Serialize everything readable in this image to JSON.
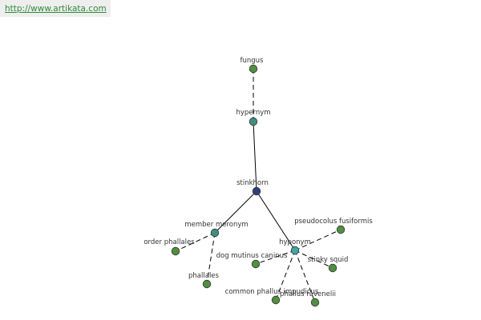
{
  "header": {
    "url": "http://www.artikata.com"
  },
  "diagram": {
    "colors": {
      "center": "#2f3f7f",
      "relation": "#3f8f7f",
      "relation_light": "#3fa8a0",
      "leaf": "#4f8f3f",
      "edge": "#000000",
      "text": "#333333"
    },
    "nodes": [
      {
        "id": "fungus",
        "label": "fungus",
        "kind": "leaf"
      },
      {
        "id": "hypernym",
        "label": "hypernym",
        "kind": "relation"
      },
      {
        "id": "stinkhorn",
        "label": "stinkhorn",
        "kind": "center"
      },
      {
        "id": "member_meronym",
        "label": "member meronym",
        "kind": "relation"
      },
      {
        "id": "order_phallales",
        "label": "order phallales",
        "kind": "leaf"
      },
      {
        "id": "phallales",
        "label": "phallales",
        "kind": "leaf"
      },
      {
        "id": "hyponym",
        "label": "hyponym",
        "kind": "relation_light"
      },
      {
        "id": "pseudocolus_fusiformis",
        "label": "pseudocolus fusiformis",
        "kind": "leaf"
      },
      {
        "id": "dog_mutinus_caninus",
        "label": "dog mutinus caninus",
        "kind": "leaf"
      },
      {
        "id": "stinky_squid",
        "label": "stinky squid",
        "kind": "leaf"
      },
      {
        "id": "common_phallus_impudicus",
        "label": "common phallus impudicus",
        "kind": "leaf"
      },
      {
        "id": "phallus_ravenelii",
        "label": "phallus ravenelii",
        "kind": "leaf"
      }
    ],
    "edges": [
      {
        "from": "fungus",
        "to": "hypernym",
        "style": "dashed"
      },
      {
        "from": "hypernym",
        "to": "stinkhorn",
        "style": "solid"
      },
      {
        "from": "stinkhorn",
        "to": "member_meronym",
        "style": "solid"
      },
      {
        "from": "stinkhorn",
        "to": "hyponym",
        "style": "solid"
      },
      {
        "from": "member_meronym",
        "to": "order_phallales",
        "style": "dashed"
      },
      {
        "from": "member_meronym",
        "to": "phallales",
        "style": "dashed"
      },
      {
        "from": "hyponym",
        "to": "pseudocolus_fusiformis",
        "style": "dashed"
      },
      {
        "from": "hyponym",
        "to": "dog_mutinus_caninus",
        "style": "dashed"
      },
      {
        "from": "hyponym",
        "to": "stinky_squid",
        "style": "dashed"
      },
      {
        "from": "hyponym",
        "to": "common_phallus_impudicus",
        "style": "dashed"
      },
      {
        "from": "hyponym",
        "to": "phallus_ravenelii",
        "style": "dashed"
      }
    ]
  }
}
